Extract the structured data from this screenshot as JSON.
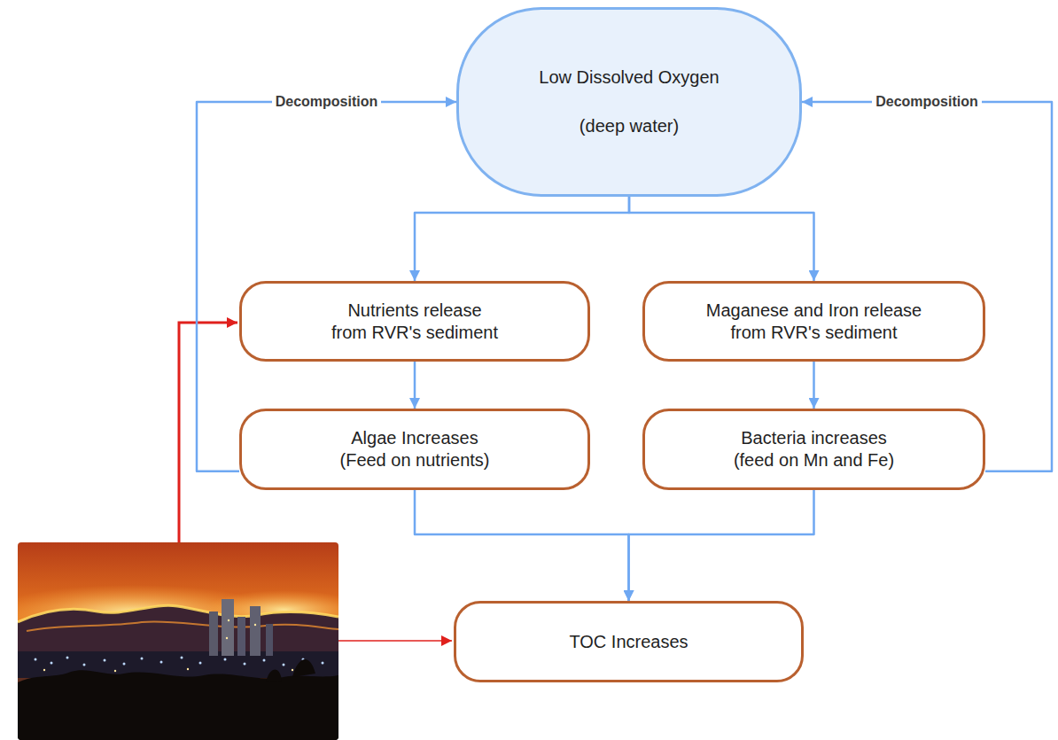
{
  "diagram": {
    "nodes": [
      {
        "text": [
          "Low Dissolved Oxygen",
          "(deep water)"
        ]
      },
      {
        "text": [
          "Nutrients release from RVR's sediment"
        ]
      },
      {
        "text": [
          "Maganese and Iron release from RVR's sediment"
        ]
      },
      {
        "text": [
          "Algae Increases (Feed on nutrients)"
        ]
      },
      {
        "text": [
          "Bacteria increases (feed on Mn and Fe)"
        ]
      },
      {
        "text": [
          "TOC Increases"
        ]
      }
    ],
    "edges": [
      {
        "from": 0,
        "to": 1,
        "arrow": "to"
      },
      {
        "from": 0,
        "to": 2,
        "arrow": "to"
      },
      {
        "from": 1,
        "to": 3,
        "arrow": "to"
      },
      {
        "from": 2,
        "to": 4,
        "arrow": "to"
      },
      {
        "from": 3,
        "to": 0,
        "label": "Decomposition",
        "arrow": "to"
      },
      {
        "from": 4,
        "to": 0,
        "label": "Decomposition",
        "arrow": "to"
      },
      {
        "from": 3,
        "to": 5,
        "arrow": "to"
      },
      {
        "from": 4,
        "to": 5,
        "arrow": "to"
      }
    ]
  }
}
